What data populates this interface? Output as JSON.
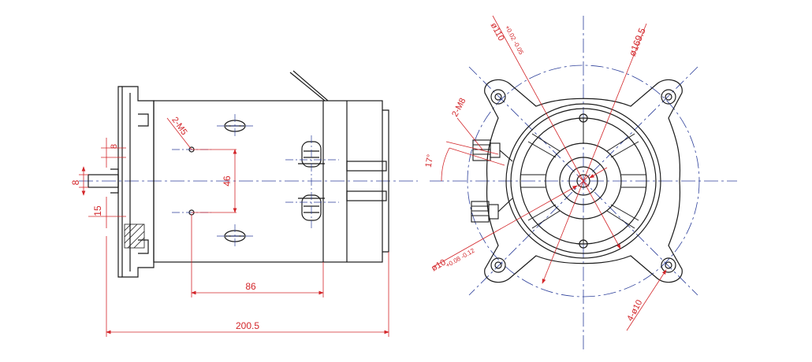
{
  "colors": {
    "outline": "#1a1a1a",
    "dimension": "#d3262a",
    "centerline": "#2c3f9a",
    "background": "#ffffff"
  },
  "side_view": {
    "dim_8": "8",
    "dim_8_small": "8",
    "dim_15": "15",
    "dim_2m5": "2-M5",
    "dim_46": "46",
    "dim_86": "86",
    "dim_200_5": "200.5"
  },
  "end_view": {
    "dim_d110": "ø110",
    "dim_d110_tol": "+0.02 -0.05",
    "dim_d169_5": "ø169.5",
    "dim_2m8": "2-M8",
    "dim_17deg": "17°",
    "dim_d10_shaft": "ø10",
    "dim_d10_shaft_tol": "+0.08 -0.12",
    "dim_4d10": "4-ø10"
  }
}
